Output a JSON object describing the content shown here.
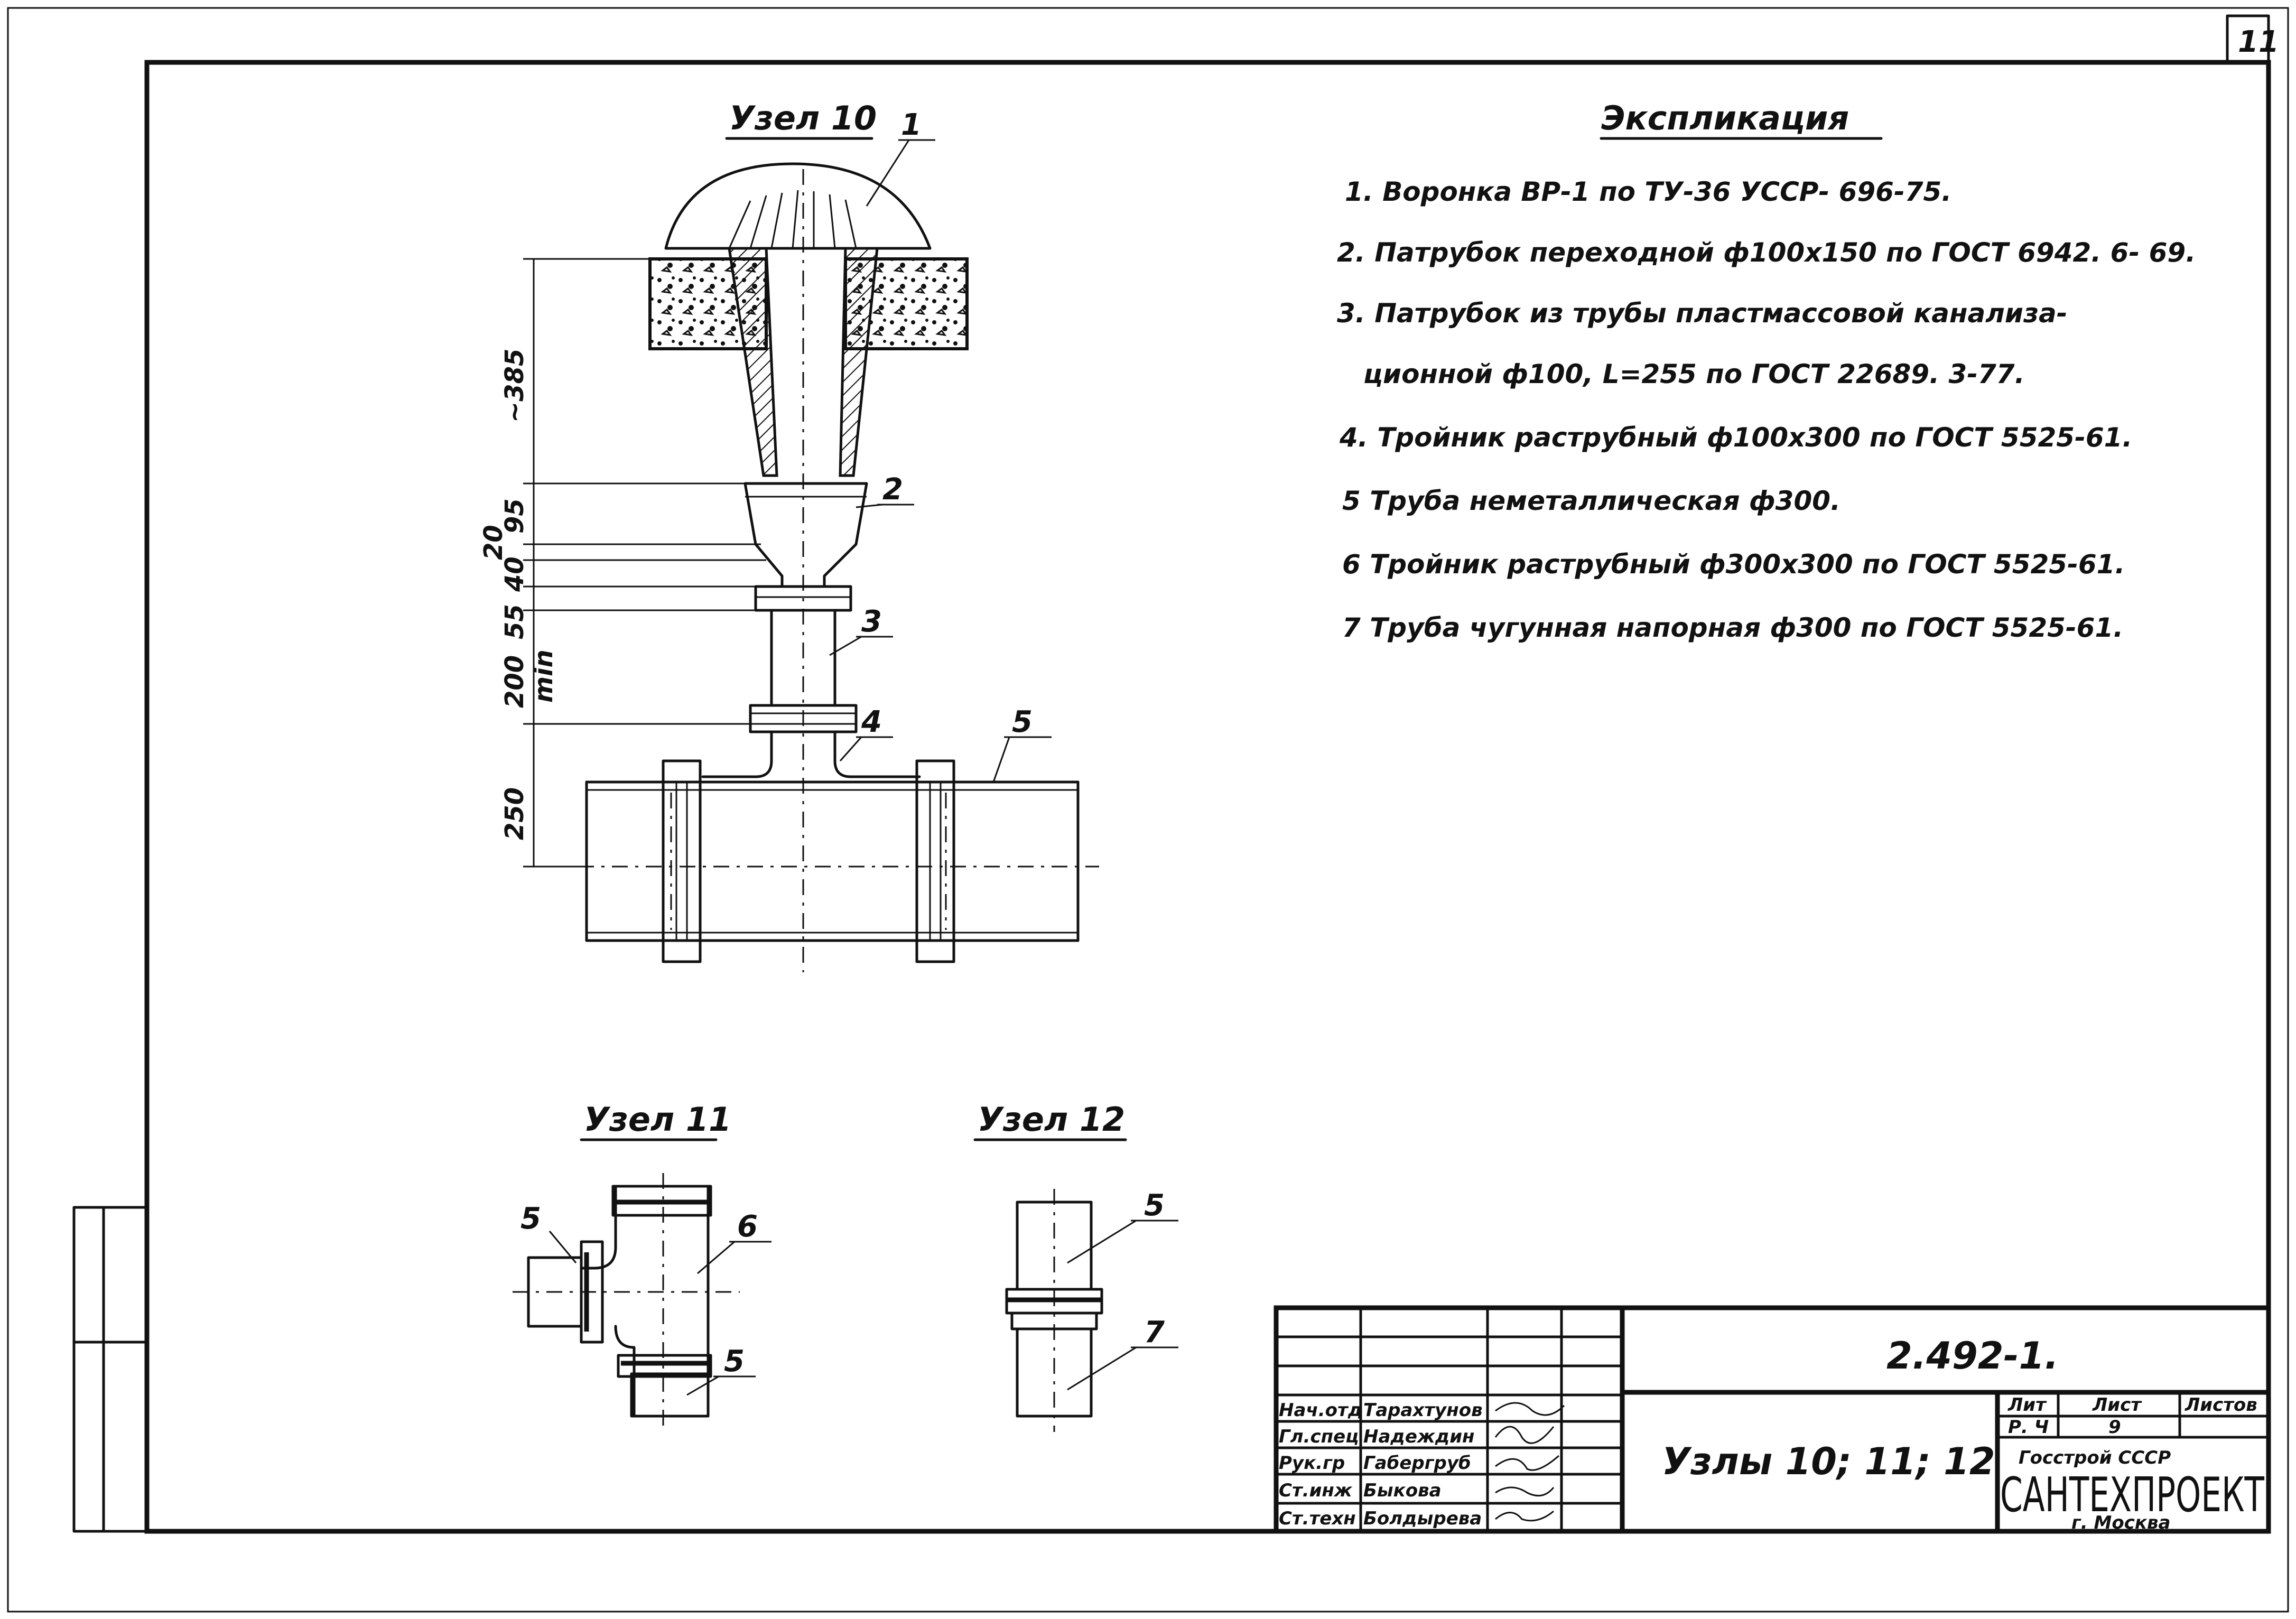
{
  "sheet": {
    "page_number": "11"
  },
  "nodes": {
    "node10": "Узел 10",
    "node11": "Узел 11",
    "node12": "Узел 12"
  },
  "explication": {
    "title": "Экспликация",
    "items": [
      "1. Воронка ВР-1 по ТУ-36  УССР- 696-75.",
      "2. Патрубок переходной ф100х150 по ГОСТ 6942. 6- 69.",
      "3. Патрубок из трубы пластмассовой канализа-",
      "ционной ф100,  L=255 по ГОСТ 22689. 3-77.",
      "4. Тройник раструбный ф100х300 по ГОСТ 5525-61.",
      "5  Труба неметаллическая   ф300.",
      "6  Тройник раструбный ф300х300 по ГОСТ 5525-61.",
      "7  Труба чугунная напорная ф300 по ГОСТ 5525-61."
    ]
  },
  "dimensions": {
    "d385": "~385",
    "d95": "95",
    "d20": "20",
    "d40": "40",
    "d55": "55",
    "d200": "200",
    "dmin": "min",
    "d250": "250"
  },
  "callouts": {
    "n10": [
      "1",
      "2",
      "3",
      "4",
      "5"
    ],
    "n11": [
      "5",
      "6",
      "5"
    ],
    "n12": [
      "5",
      "7"
    ]
  },
  "title_block": {
    "doc_code": "2.492-1.",
    "drawing_title": "Узлы 10; 11; 12",
    "stage_header": "Лит",
    "sheet_header": "Лист",
    "sheets_header": "Листов",
    "stage": "Р. Ч",
    "sheet_no": "9",
    "org_top": "Госстрой   СССР",
    "org_name": "САНТЕХПРОЕКТ",
    "org_city": "г. Москва",
    "roles": [
      {
        "role": "Нач.отд",
        "name": "Тарахтунов"
      },
      {
        "role": "Гл.спец",
        "name": "Надеждин"
      },
      {
        "role": "Рук.гр",
        "name": "Габергруб"
      },
      {
        "role": "Ст.инж",
        "name": "Быкова"
      },
      {
        "role": "Ст.техн",
        "name": "Болдырева"
      }
    ]
  },
  "colors": {
    "ink": "#111111",
    "paper": "#ffffff"
  }
}
